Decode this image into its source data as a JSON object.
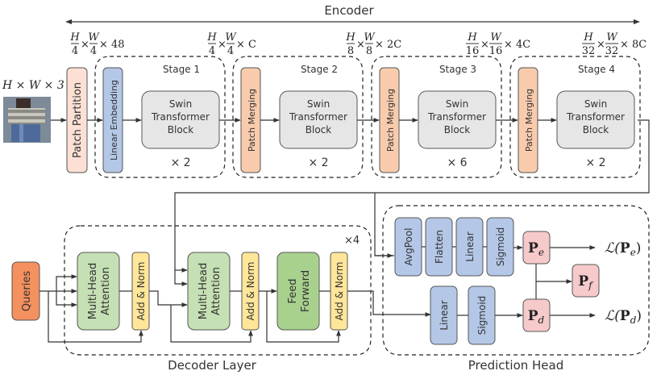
{
  "colors": {
    "patch_partition": "#fbe0d3",
    "linear_embedding": "#b4c7e7",
    "patch_merging": "#f8cbad",
    "swin_block": "#e7e6e6",
    "queries": "#f4915e",
    "mha": "#c5e0b4",
    "add_norm": "#ffe699",
    "feed_forward": "#a9d18e",
    "head_block": "#b4c7e7",
    "prob_box": "#f6c9cb"
  },
  "encoder": {
    "title": "Encoder",
    "input_dim": "H × W × 3",
    "input_image_alt": "person-image",
    "patch_partition": "Patch Partition",
    "dims": [
      {
        "num_h": "H",
        "den_h": "4",
        "num_w": "W",
        "den_w": "4",
        "ch": "× 48"
      },
      {
        "num_h": "H",
        "den_h": "4",
        "num_w": "W",
        "den_w": "4",
        "ch": "× C"
      },
      {
        "num_h": "H",
        "den_h": "8",
        "num_w": "W",
        "den_w": "8",
        "ch": "× 2C"
      },
      {
        "num_h": "H",
        "den_h": "16",
        "num_w": "W",
        "den_w": "16",
        "ch": "× 4C"
      },
      {
        "num_h": "H",
        "den_h": "32",
        "num_w": "W",
        "den_w": "32",
        "ch": "× 8C"
      }
    ],
    "stages": [
      {
        "title": "Stage 1",
        "pre": "Linear Embedding",
        "block": [
          "Swin",
          "Transformer",
          "Block"
        ],
        "repeat": "× 2"
      },
      {
        "title": "Stage 2",
        "pre": "Patch Merging",
        "block": [
          "Swin",
          "Transformer",
          "Block"
        ],
        "repeat": "× 2"
      },
      {
        "title": "Stage 3",
        "pre": "Patch Merging",
        "block": [
          "Swin",
          "Transformer",
          "Block"
        ],
        "repeat": "× 6"
      },
      {
        "title": "Stage 4",
        "pre": "Patch Merging",
        "block": [
          "Swin",
          "Transformer",
          "Block"
        ],
        "repeat": "× 2"
      }
    ]
  },
  "decoder": {
    "title": "Decoder Layer",
    "repeat": "×4",
    "queries": "Queries",
    "mha1": [
      "Multi-Head",
      "Attention"
    ],
    "addnorm": "Add & Norm",
    "mha2": [
      "Multi-Head",
      "Attention"
    ],
    "ff": [
      "Feed",
      "Forward"
    ]
  },
  "head": {
    "title": "Prediction Head",
    "top_blocks": [
      "AvgPool",
      "Flatten",
      "Linear",
      "Sigmoid"
    ],
    "bottom_blocks": [
      "Linear",
      "Sigmoid"
    ],
    "pe": {
      "base": "P",
      "sub": "e"
    },
    "pd": {
      "base": "P",
      "sub": "d"
    },
    "pf": {
      "base": "P",
      "sub": "f"
    },
    "loss_e": {
      "pre": "ℒ(",
      "base": "P",
      "sub": "e",
      "post": ")"
    },
    "loss_d": {
      "pre": "ℒ(",
      "base": "P",
      "sub": "d",
      "post": ")"
    }
  }
}
